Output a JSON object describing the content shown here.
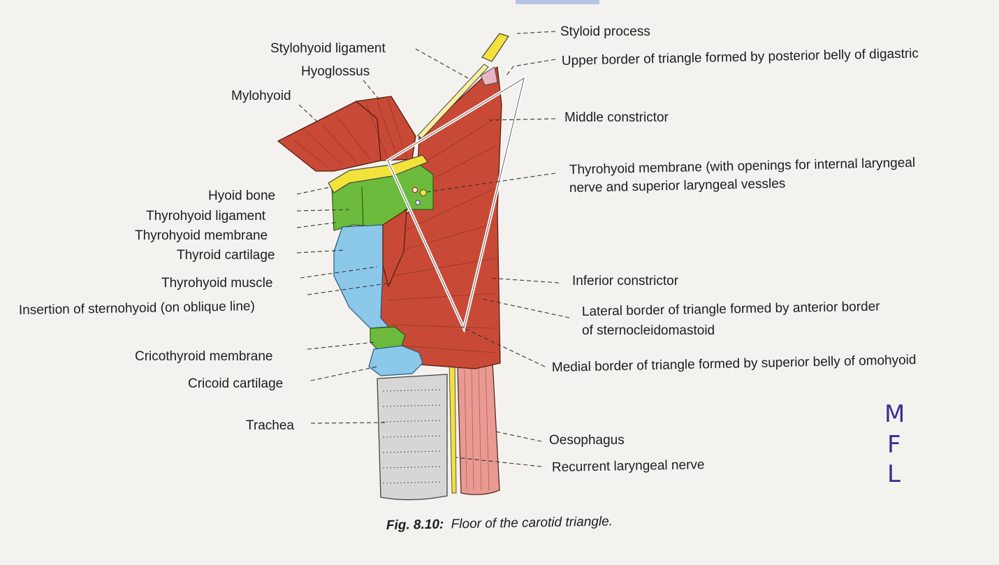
{
  "labels": {
    "styloid_process": "Styloid process",
    "stylohyoid_ligament": "Stylohyoid ligament",
    "upper_border": "Upper border of triangle formed by posterior belly of digastric",
    "hyoglossus": "Hyoglossus",
    "mylohyoid": "Mylohyoid",
    "middle_constrictor": "Middle constrictor",
    "thyrohyoid_membrane_openings_1": "Thyrohyoid membrane (with openings for internal laryngeal",
    "thyrohyoid_membrane_openings_2": "nerve and superior laryngeal vessles",
    "hyoid_bone": "Hyoid bone",
    "thyrohyoid_ligament": "Thyrohyoid ligament",
    "thyrohyoid_membrane": "Thyrohyoid membrane",
    "thyroid_cartilage": "Thyroid cartilage",
    "thyrohyoid_muscle": "Thyrohyoid muscle",
    "insertion_sternohyoid": "Insertion of sternohyoid (on oblique line)",
    "inferior_constrictor": "Inferior constrictor",
    "lateral_border_1": "Lateral border of triangle formed by anterior border",
    "lateral_border_2": "of sternocleidomastoid",
    "cricothyroid_membrane": "Cricothyroid membrane",
    "medial_border": "Medial border of triangle formed by superior belly of omohyoid",
    "cricoid_cartilage": "Cricoid cartilage",
    "trachea": "Trachea",
    "oesophagus": "Oesophagus",
    "recurrent_laryngeal_nerve": "Recurrent laryngeal nerve"
  },
  "caption": {
    "number": "Fig. 8.10:",
    "text": "Floor of the carotid triangle."
  },
  "handwritten": [
    "M",
    "F",
    "L"
  ],
  "colors": {
    "muscle": "#c84a36",
    "membrane": "#6cbb3c",
    "cartilage": "#8cc8ea",
    "bone": "#f2e23a",
    "trachea": "#d4d4d4",
    "oesophagus": "#e89a93",
    "nerve": "#f2e23a",
    "ligament": "#f6f0a0",
    "ink": "#3a2f8f"
  }
}
